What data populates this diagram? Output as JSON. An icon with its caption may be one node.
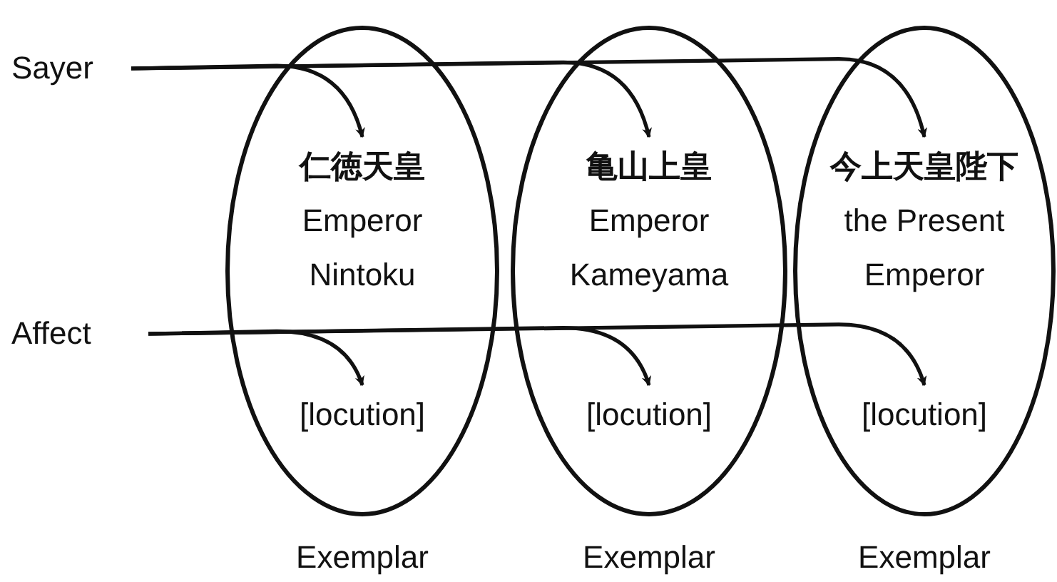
{
  "diagram": {
    "nodes": [
      {
        "text": [
          "Sayer"
        ]
      },
      {
        "text": [
          "Affect"
        ]
      },
      {
        "text": [],
        "shape": "ellipse",
        "beside": [
          "Exemplar"
        ]
      },
      {
        "text": [
          "仁徳天皇",
          "Emperor Nintoku"
        ],
        "in": 2
      },
      {
        "text": [
          "[locution]"
        ],
        "in": 2
      },
      {
        "text": [],
        "shape": "ellipse",
        "beside": [
          "Exemplar"
        ]
      },
      {
        "text": [
          "亀山上皇",
          "Emperor Kameyama"
        ],
        "in": 5
      },
      {
        "text": [
          "[locution]"
        ],
        "in": 5
      },
      {
        "text": [],
        "shape": "ellipse",
        "beside": [
          "Exemplar"
        ]
      },
      {
        "text": [
          "今上天皇陛下",
          "the Present Emperor"
        ],
        "in": 8
      },
      {
        "text": [
          "[locution]"
        ],
        "in": 8
      }
    ],
    "edges": [
      {
        "from": 0,
        "to": 3,
        "arrow": "to"
      },
      {
        "from": 0,
        "to": 6,
        "arrow": "to"
      },
      {
        "from": 0,
        "to": 9,
        "arrow": "to"
      },
      {
        "from": 1,
        "to": 4,
        "arrow": "to"
      },
      {
        "from": 1,
        "to": 7,
        "arrow": "to"
      },
      {
        "from": 1,
        "to": 10,
        "arrow": "to"
      }
    ]
  }
}
